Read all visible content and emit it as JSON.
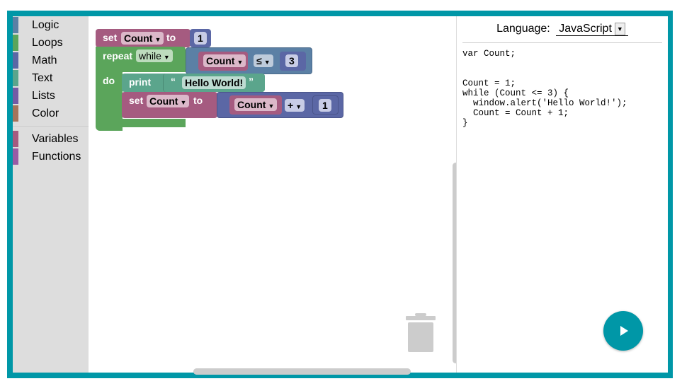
{
  "toolbox": {
    "categories": [
      {
        "label": "Logic",
        "color": "#5b80a5"
      },
      {
        "label": "Loops",
        "color": "#5ba55b"
      },
      {
        "label": "Math",
        "color": "#5b67a5"
      },
      {
        "label": "Text",
        "color": "#5ba58c"
      },
      {
        "label": "Lists",
        "color": "#745ba5"
      },
      {
        "label": "Color",
        "color": "#a5745b"
      }
    ],
    "extra": [
      {
        "label": "Variables",
        "color": "#a55b80"
      },
      {
        "label": "Functions",
        "color": "#995ba5"
      }
    ]
  },
  "blocks": {
    "set1": {
      "set": "set",
      "var": "Count",
      "to": "to",
      "value": "1"
    },
    "repeat": {
      "label": "repeat",
      "mode": "while",
      "do": "do",
      "lhs": "Count",
      "op": "≤",
      "rhs": "3"
    },
    "print": {
      "label": "print",
      "open_quote": "“",
      "text": "Hello World!",
      "close_quote": "”"
    },
    "set2": {
      "set": "set",
      "var": "Count",
      "to": "to",
      "lhs": "Count",
      "op": "+",
      "rhs": "1"
    }
  },
  "code": {
    "language_label": "Language:",
    "language": "JavaScript",
    "text": "var Count;\n\n\nCount = 1;\nwhile (Count <= 3) {\n  window.alert('Hello World!');\n  Count = Count + 1;\n}"
  },
  "colors": {
    "frame": "#0097a7",
    "variables": "#a55b80",
    "loops": "#5ba55b",
    "math": "#5b67a5",
    "logic": "#5b80a5",
    "text": "#5ba58c"
  }
}
